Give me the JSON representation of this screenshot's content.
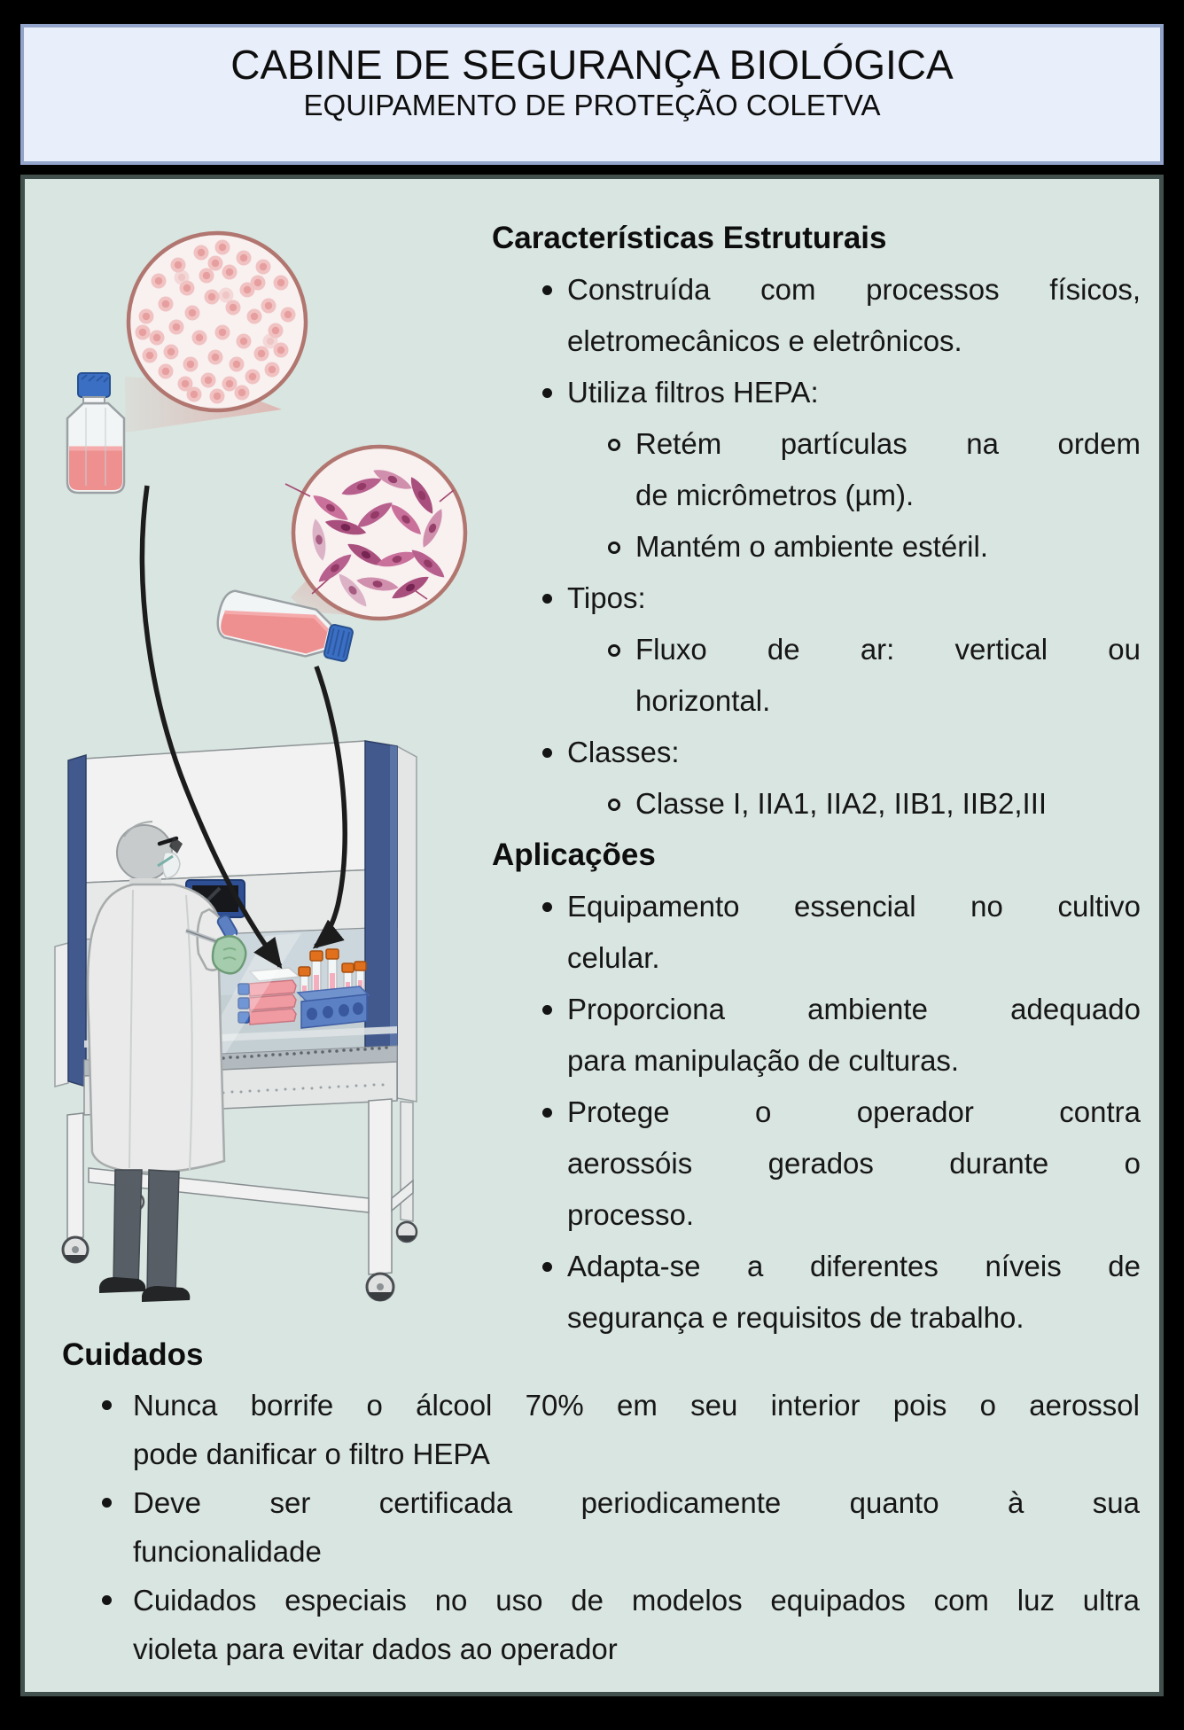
{
  "header": {
    "title": "CABINE DE SEGURANÇA BIOLÓGICA",
    "subtitle": "EQUIPAMENTO DE PROTEÇÃO COLETVA"
  },
  "sections": {
    "structural": {
      "heading": "Características Estruturais",
      "items": [
        {
          "lines": [
            "Construída com processos físicos,",
            "eletromecânicos e eletrônicos."
          ]
        },
        {
          "lines": [
            "Utiliza filtros HEPA:"
          ]
        },
        {
          "lines": [
            "Retém partículas na ordem",
            "de micrômetros (µm)."
          ]
        },
        {
          "lines": [
            "Mantém o ambiente estéril."
          ]
        },
        {
          "lines": [
            "Tipos:"
          ]
        },
        {
          "lines": [
            "Fluxo de ar: vertical ou",
            "horizontal."
          ]
        },
        {
          "lines": [
            "Classes:"
          ]
        },
        {
          "lines": [
            "Classe I, IIA1, IIA2, IIB1, IIB2,III"
          ]
        }
      ]
    },
    "applications": {
      "heading": "Aplicações",
      "items": [
        {
          "lines": [
            "Equipamento essencial no cultivo",
            "celular."
          ]
        },
        {
          "lines": [
            "Proporciona ambiente adequado",
            "para manipulação de culturas."
          ]
        },
        {
          "lines": [
            "Protege o operador contra",
            "aerossóis gerados durante o",
            "processo."
          ]
        },
        {
          "lines": [
            "Adapta-se a diferentes níveis de",
            "segurança e requisitos de trabalho."
          ]
        }
      ]
    },
    "care": {
      "heading": "Cuidados",
      "items": [
        {
          "lines": [
            "Nunca borrife o álcool 70% em seu interior pois o aerossol",
            "pode danificar o filtro HEPA"
          ]
        },
        {
          "lines": [
            "Deve ser certificada periodicamente quanto à sua",
            "funcionalidade"
          ]
        },
        {
          "lines": [
            "Cuidados especiais no uso de modelos equipados com luz ultra",
            "violeta para evitar dados ao operador"
          ]
        }
      ]
    }
  },
  "palette": {
    "page_background": "#000000",
    "header_background": "#e9effa",
    "header_border": "#93a4cb",
    "panel_background": "#d9e5e0",
    "panel_border": "#42504d",
    "cabinet_blue": "#42598e",
    "media_pink": "#ee9090",
    "cell_pink": "#f1c2c2",
    "spindle_magenta": "#b75f8d",
    "micrograph_ring": "#b1766f",
    "glove_green": "#a5cdad",
    "cap_orange": "#e0701c"
  }
}
